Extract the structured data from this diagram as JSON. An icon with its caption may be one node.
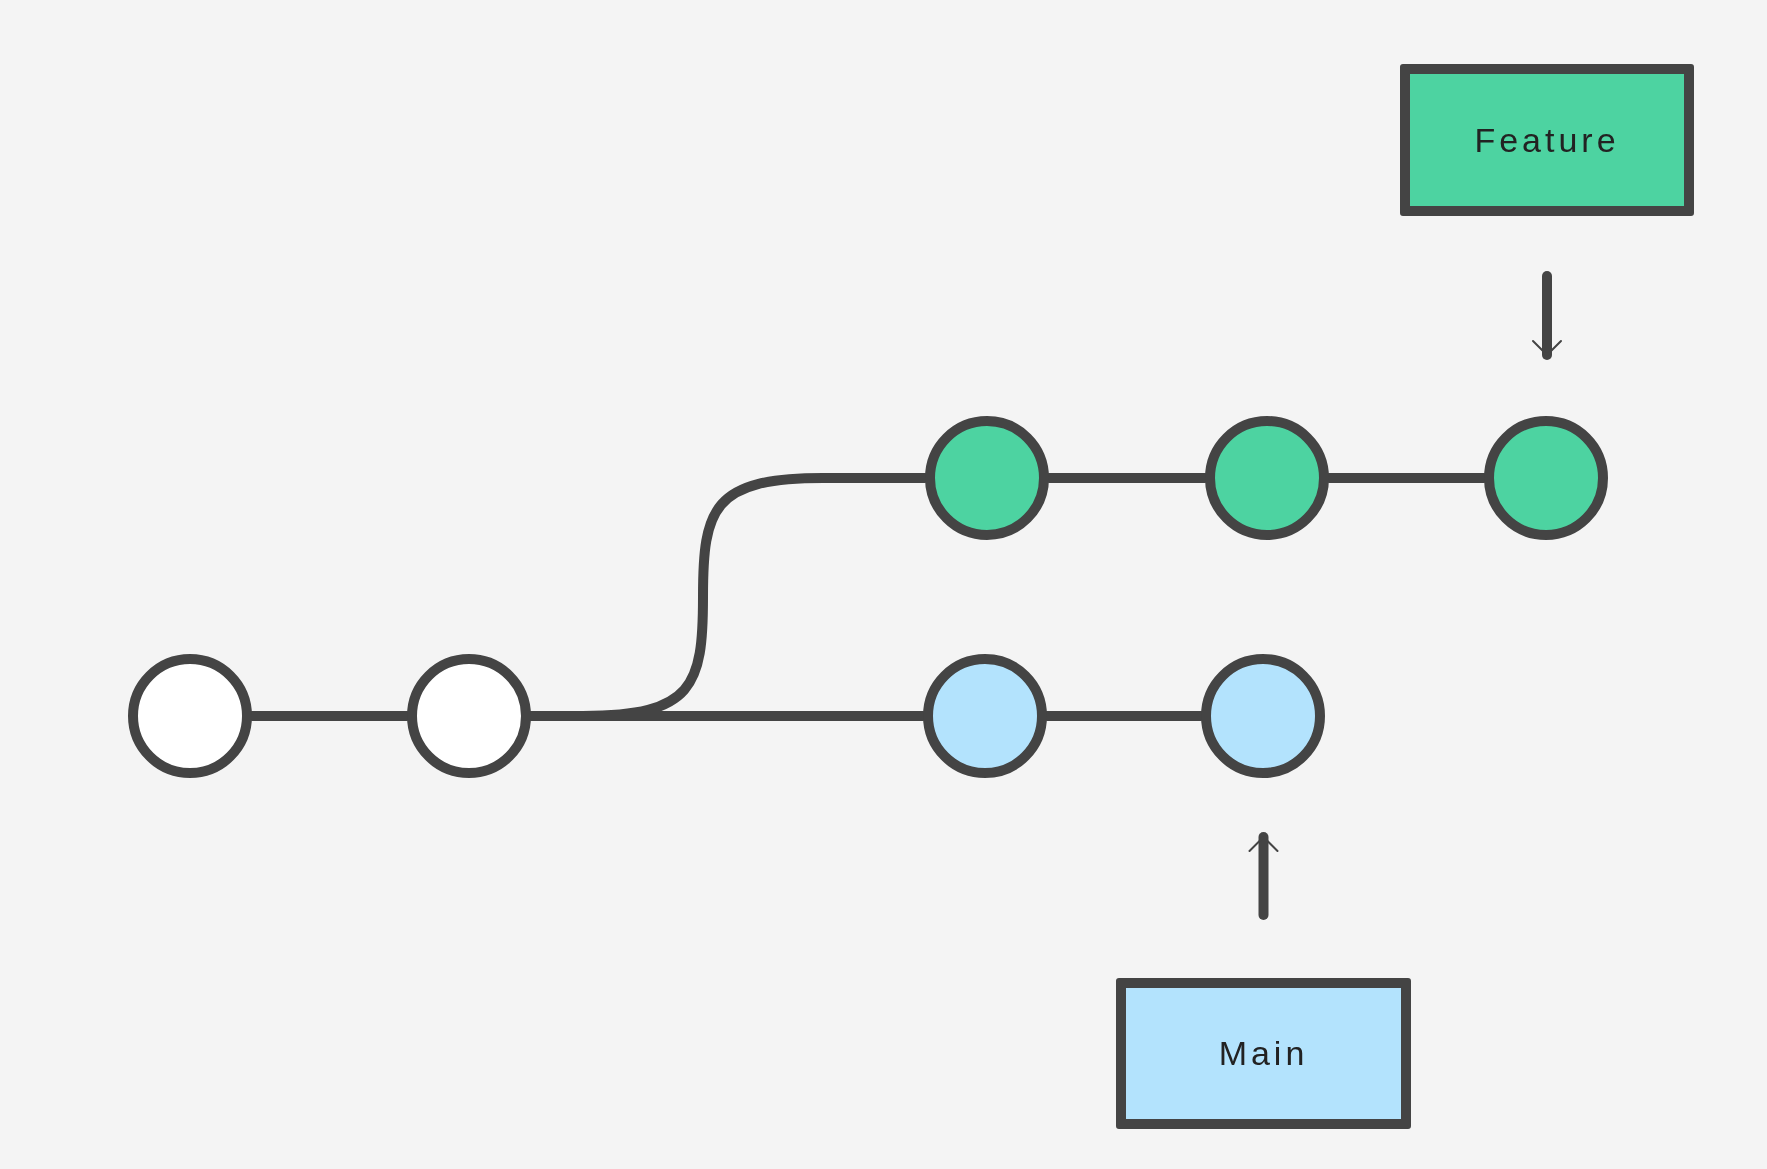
{
  "diagram": {
    "nodes": [
      {
        "text": [
          "Feature"
        ]
      },
      {
        "text": [],
        "shape": "circle"
      },
      {
        "text": [],
        "shape": "circle"
      },
      {
        "text": [],
        "shape": "circle"
      },
      {
        "text": [],
        "shape": "circle"
      },
      {
        "text": [],
        "shape": "circle"
      },
      {
        "text": [],
        "shape": "circle"
      },
      {
        "text": [],
        "shape": "circle"
      },
      {
        "text": [
          "Main"
        ]
      }
    ],
    "edges": [
      {
        "from": 1,
        "to": 2,
        "arrow": "none"
      },
      {
        "from": 2,
        "to": 3,
        "arrow": "none"
      },
      {
        "from": 2,
        "to": 6,
        "arrow": "none"
      },
      {
        "from": 3,
        "to": 4,
        "arrow": "none"
      },
      {
        "from": 4,
        "to": 5,
        "arrow": "none"
      },
      {
        "from": 6,
        "to": 7,
        "arrow": "none"
      },
      {
        "from": 0,
        "to": 5,
        "arrow": "to"
      },
      {
        "from": 8,
        "to": 7,
        "arrow": "to"
      }
    ]
  }
}
